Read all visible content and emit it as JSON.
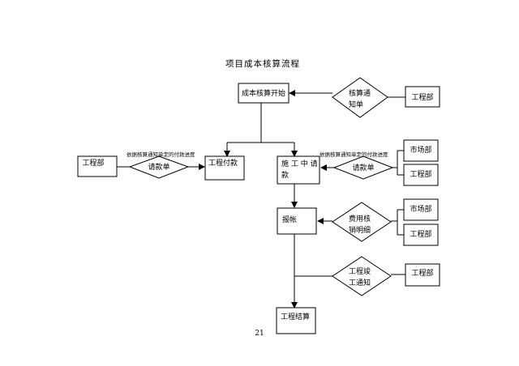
{
  "title": "项目成本核算流程",
  "page_number": "21",
  "boxes": {
    "start": "成本核算开始",
    "eng_dept_top": "工程部",
    "eng_dept_left": "工程部",
    "eng_payment": "工程付款",
    "construction_request_line1": "施 工 中 请",
    "construction_request_line2": "款",
    "market_dept_1": "市场部",
    "eng_dept_right_1": "工程部",
    "reimburse": "报帐",
    "market_dept_2": "市场部",
    "eng_dept_right_2": "工程部",
    "eng_dept_right_3": "工程部",
    "eng_settlement": "工程结算"
  },
  "diamonds": {
    "settlement_notice_line1": "核算通",
    "settlement_notice_line2": "知单",
    "payment_request_left": "请款单",
    "payment_request_right": "请款单",
    "expense_detail_line1": "费用核",
    "expense_detail_line2": "销明细",
    "completion_notice_line1": "工程竣",
    "completion_notice_line2": "工通知"
  },
  "notes": {
    "left": "依据核算通知单定的付款进度",
    "right": "依据核算通知单定的付款进度"
  }
}
